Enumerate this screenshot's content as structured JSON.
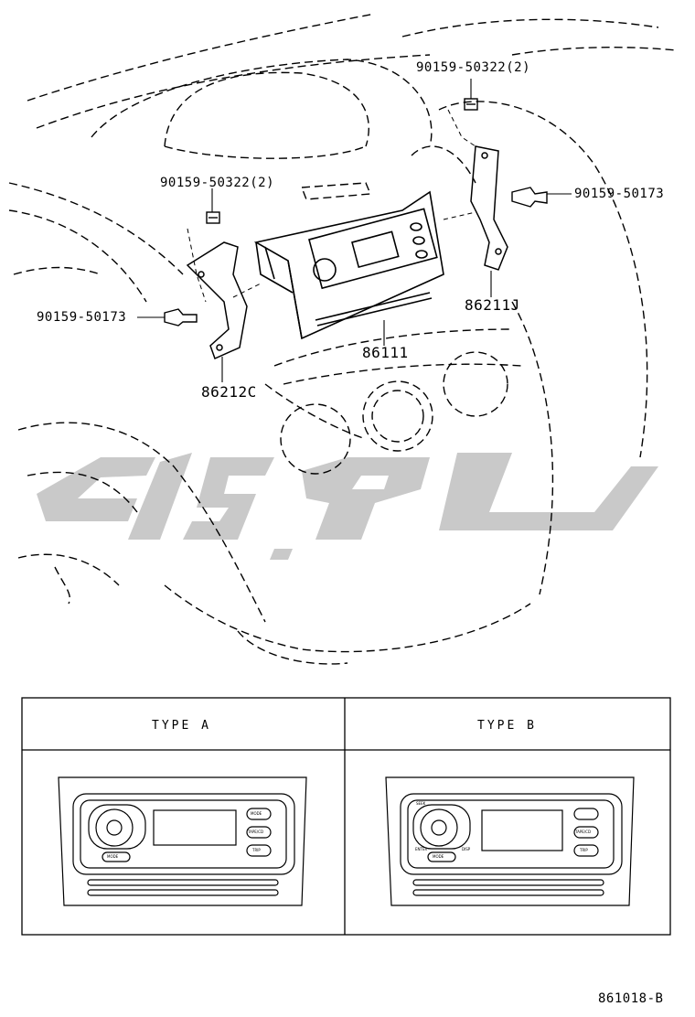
{
  "part_labels": {
    "bolt_top_right": "90159-50322(2)",
    "bolt_mid_left": "90159-50322(2)",
    "screw_right": "90159-50173",
    "screw_left": "90159-50173",
    "bracket_right": "86211J",
    "radio_unit": "86111",
    "bracket_left": "86212C"
  },
  "types": {
    "a_label": "TYPE A",
    "b_label": "TYPE B",
    "a_buttons": [
      "MODE",
      "TAPE/CD",
      "TRIP",
      "MODE"
    ],
    "b_buttons": [
      "SEEK",
      "TAPE/CD",
      "TRIP",
      "MODE",
      "ENTER",
      "DISP"
    ]
  },
  "drawing_id": "861018-B",
  "watermark_color": "#c9c9c9"
}
